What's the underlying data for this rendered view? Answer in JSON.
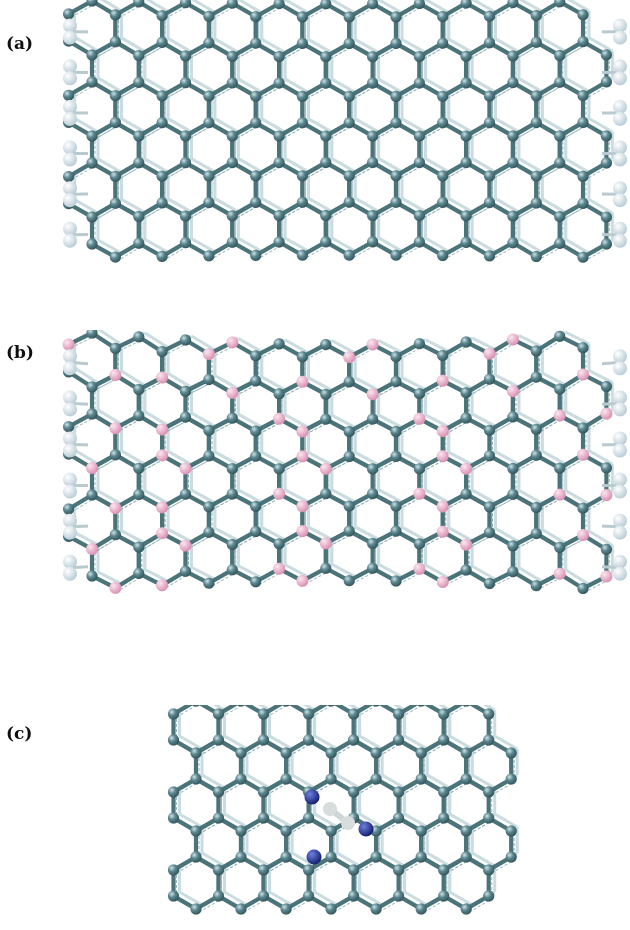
{
  "figure": {
    "panels": [
      {
        "id": "a",
        "label": "(a)",
        "structure": "capped-nanotube",
        "dopant": "none"
      },
      {
        "id": "b",
        "label": "(b)",
        "structure": "capped-nanotube",
        "dopant": "pink-substituted"
      },
      {
        "id": "c",
        "label": "(c)",
        "structure": "nanotube-segment",
        "dopant": "nitrogen-defect"
      }
    ]
  },
  "colors": {
    "carbon": "#5b8790",
    "carbon_light": "#9fc1c7",
    "bond": "#4a7479",
    "hydrogen": "#e9f3f8",
    "dopant_pink": "#eeb2ce",
    "nitrogen": "#23359a",
    "vacancy": "#d7dcdd"
  }
}
